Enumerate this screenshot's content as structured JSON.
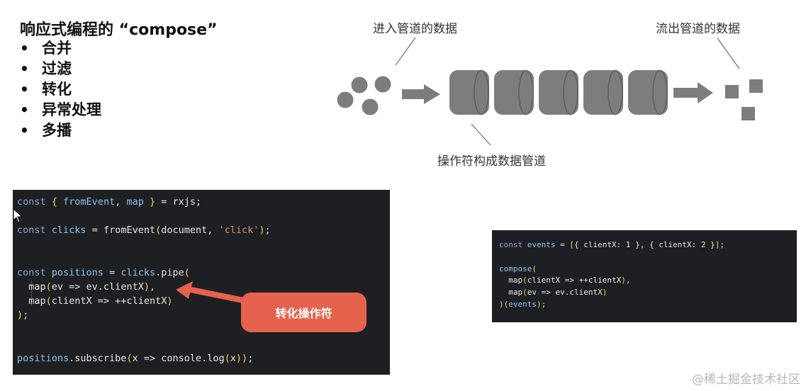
{
  "slide": {
    "title": "响应式编程的 “compose”",
    "bullets": [
      {
        "mark": "•",
        "text": "合并"
      },
      {
        "mark": "•",
        "text": "过滤"
      },
      {
        "mark": "•",
        "text": "转化"
      },
      {
        "mark": "•",
        "text": "异常处理"
      },
      {
        "mark": "•",
        "text": "多播"
      }
    ]
  },
  "diagram": {
    "input_label": "进入管道的数据",
    "output_label": "流出管道的数据",
    "pipe_label": "操作符构成数据管道",
    "colors": {
      "shape": "#7d7d7d",
      "shape_dark": "#5e5e5e"
    }
  },
  "code_left": {
    "line1": {
      "a": "const ",
      "b": "{ ",
      "c": "fromEvent",
      "d": ", ",
      "e": "map",
      "f": " }",
      "g": " = rxjs;"
    },
    "line2": {
      "a": "const ",
      "b": "clicks",
      "c": " = fromEvent",
      "d": "(",
      "e": "document, ",
      "f": "'click'",
      "g": ")",
      "h": ";"
    },
    "line3": {
      "a": "const ",
      "b": "positions",
      "c": " = ",
      "d": "clicks",
      "e": ".pipe",
      "f": "("
    },
    "line4": {
      "a": "  map",
      "b": "(",
      "c": "ev => ev.clientX",
      "d": ")",
      "e": ","
    },
    "line5": {
      "a": "  map",
      "b": "(",
      "c": "clientX => ++clientX",
      "d": ")"
    },
    "line6": {
      "a": ")",
      "b": ";"
    },
    "line7": {
      "a": "positions",
      "b": ".subscribe",
      "c": "(",
      "d": "x => console.log",
      "e": "(",
      "f": "x",
      "g": ")",
      "h": ")",
      "i": ";"
    }
  },
  "callout": {
    "text": "转化操作符"
  },
  "code_right": {
    "line1": {
      "a": "const ",
      "b": "events",
      "c": " = ",
      "d": "[",
      "e": "{ clientX: 1 }",
      "f": ", ",
      "g": "{ clientX: 2 }",
      "h": "]",
      "i": ";"
    },
    "line2": {
      "a": "compose",
      "b": "("
    },
    "line3": {
      "a": "  map",
      "b": "(",
      "c": "clientX => ++clientX",
      "d": ")",
      "e": ","
    },
    "line4": {
      "a": "  map",
      "b": "(",
      "c": "ev => ev.clientX",
      "d": ")"
    },
    "line5": {
      "a": ")",
      "b": "(",
      "c": "events",
      "d": ")",
      "e": ";"
    }
  },
  "watermark": "@稀土掘金技术社区"
}
